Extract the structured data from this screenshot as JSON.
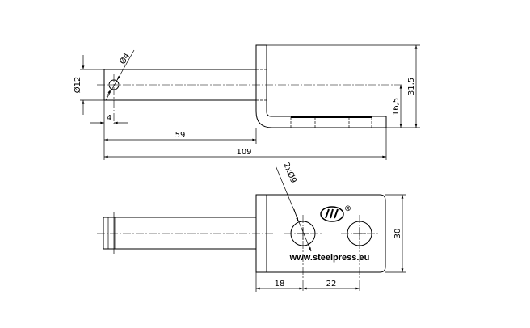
{
  "dimensions": {
    "pin_diameter": "Ø12",
    "hole_diameter": "Ø4",
    "hole_offset": "4",
    "pin_length": "59",
    "overall_length": "109",
    "axis_height": "16,5",
    "overall_height": "31,5",
    "mount_holes": "2xØ9",
    "width": "30",
    "hole1_offset": "18",
    "hole_spacing": "22"
  },
  "marking": {
    "url": "www.steelpress.eu",
    "registered": "®"
  },
  "colors": {
    "line": "#000000",
    "background": "#ffffff"
  }
}
